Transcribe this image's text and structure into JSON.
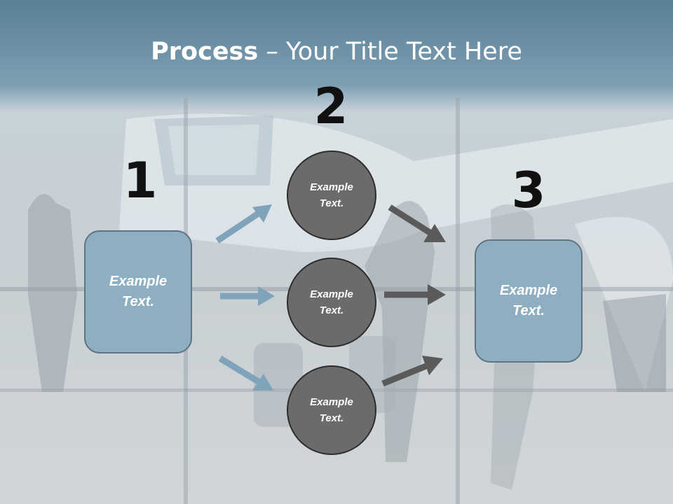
{
  "slide": {
    "title_bold": "Process",
    "title_rest": " – Your Title Text Here",
    "steps": [
      {
        "number": "1",
        "text": "Example\nText."
      },
      {
        "number": "2",
        "text": "Example\nText."
      },
      {
        "number": "3",
        "text": "Example\nText."
      }
    ],
    "middle_circles": [
      {
        "text": "Example\nText."
      },
      {
        "text": "Example\nText."
      },
      {
        "text": "Example\nText."
      }
    ]
  },
  "colors": {
    "title_bar": "#6f95ab",
    "box_fill": "#8eafc1",
    "circle_fill": "#6b6b6b",
    "arrow_light": "#7fa3b8",
    "arrow_dark": "#5a5a5a"
  }
}
